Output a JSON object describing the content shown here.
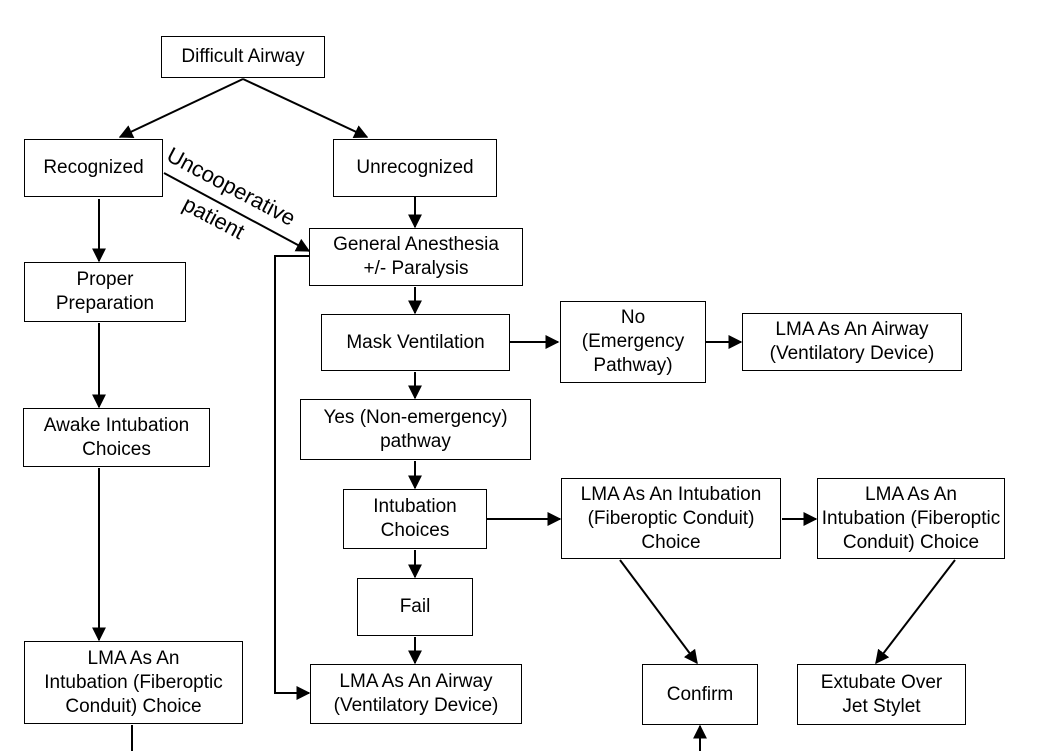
{
  "nodes": {
    "difficult_airway": "Difficult Airway",
    "recognized": "Recognized",
    "unrecognized": "Unrecognized",
    "general_anesthesia": "General Anesthesia\n+/- Paralysis",
    "proper_preparation": "Proper\nPreparation",
    "mask_ventilation": "Mask Ventilation",
    "no_emergency": "No\n(Emergency\nPathway)",
    "lma_airway_top": "LMA As An Airway\n(Ventilatory Device)",
    "yes_nonemergency": "Yes (Non-emergency)\npathway",
    "awake_intubation": "Awake Intubation\nChoices",
    "intubation_choices": "Intubation\nChoices",
    "lma_intubation_mid": "LMA As An Intubation\n(Fiberoptic Conduit)\nChoice",
    "lma_intubation_right": "LMA As An\nIntubation (Fiberoptic\nConduit) Choice",
    "fail": "Fail",
    "lma_intubation_left": "LMA As An\nIntubation (Fiberoptic\nConduit) Choice",
    "lma_airway_bottom": "LMA As An Airway\n(Ventilatory Device)",
    "confirm": "Confirm",
    "extubate": "Extubate Over\nJet Stylet"
  },
  "edge_labels": {
    "uncooperative": "Uncooperative",
    "patient": "patient"
  }
}
